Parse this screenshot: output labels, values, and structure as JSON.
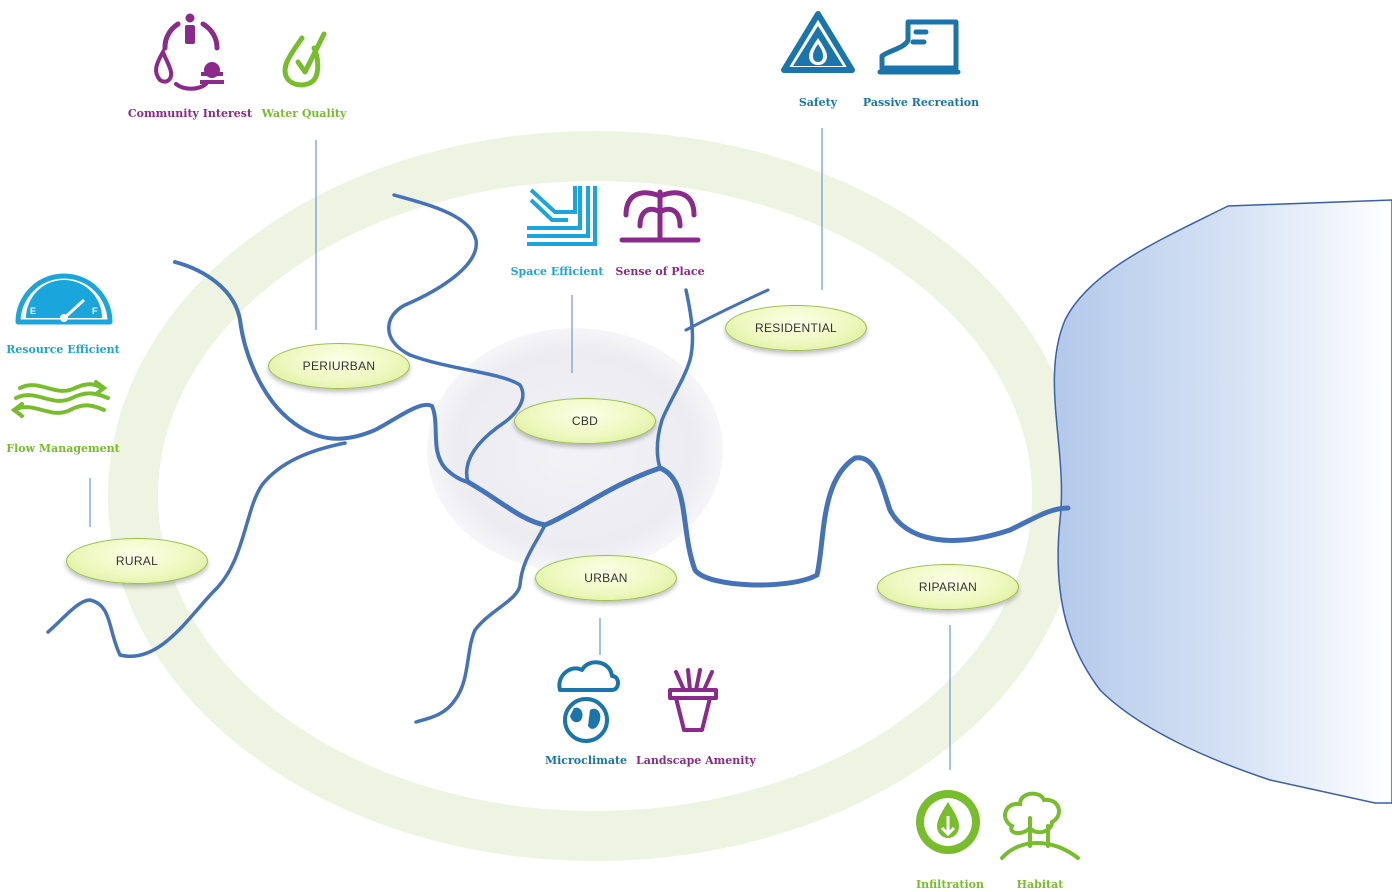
{
  "zones": {
    "periurban": "PERIURBAN",
    "residential": "RESIDENTIAL",
    "cbd": "CBD",
    "rural": "RURAL",
    "urban": "URBAN",
    "riparian": "RIPARIAN"
  },
  "benefits": {
    "community_interest": "Community Interest",
    "water_quality": "Water Quality",
    "safety": "Safety",
    "passive_recreation": "Passive Recreation",
    "space_efficient": "Space Efficient",
    "sense_of_place": "Sense of Place",
    "resource_efficient": "Resource Efficient",
    "flow_management": "Flow Management",
    "microclimate": "Microclimate",
    "landscape_amenity": "Landscape Amenity",
    "infiltration": "Infiltration",
    "habitat": "Habitat"
  },
  "icons": {
    "community_interest": "community-people-water-tree-icon",
    "water_quality": "water-drop-check-icon",
    "safety": "warning-triangle-drop-icon",
    "passive_recreation": "hiking-boot-icon",
    "space_efficient": "stacked-chevrons-icon",
    "sense_of_place": "fountain-icon",
    "resource_efficient": "fuel-gauge-icon",
    "flow_management": "wave-arrows-icon",
    "microclimate": "cloud-globe-icon",
    "landscape_amenity": "planter-icon",
    "infiltration": "infiltration-drop-icon",
    "habitat": "trees-icon"
  },
  "colors": {
    "river": "#4573b9",
    "water_body": "#cbdcf2",
    "ring": "#eef4e1",
    "core": "#efeff3",
    "purple": "#8b2a8c",
    "green": "#78be2c",
    "blue": "#1b75ad",
    "cyan": "#1aa6dc"
  }
}
